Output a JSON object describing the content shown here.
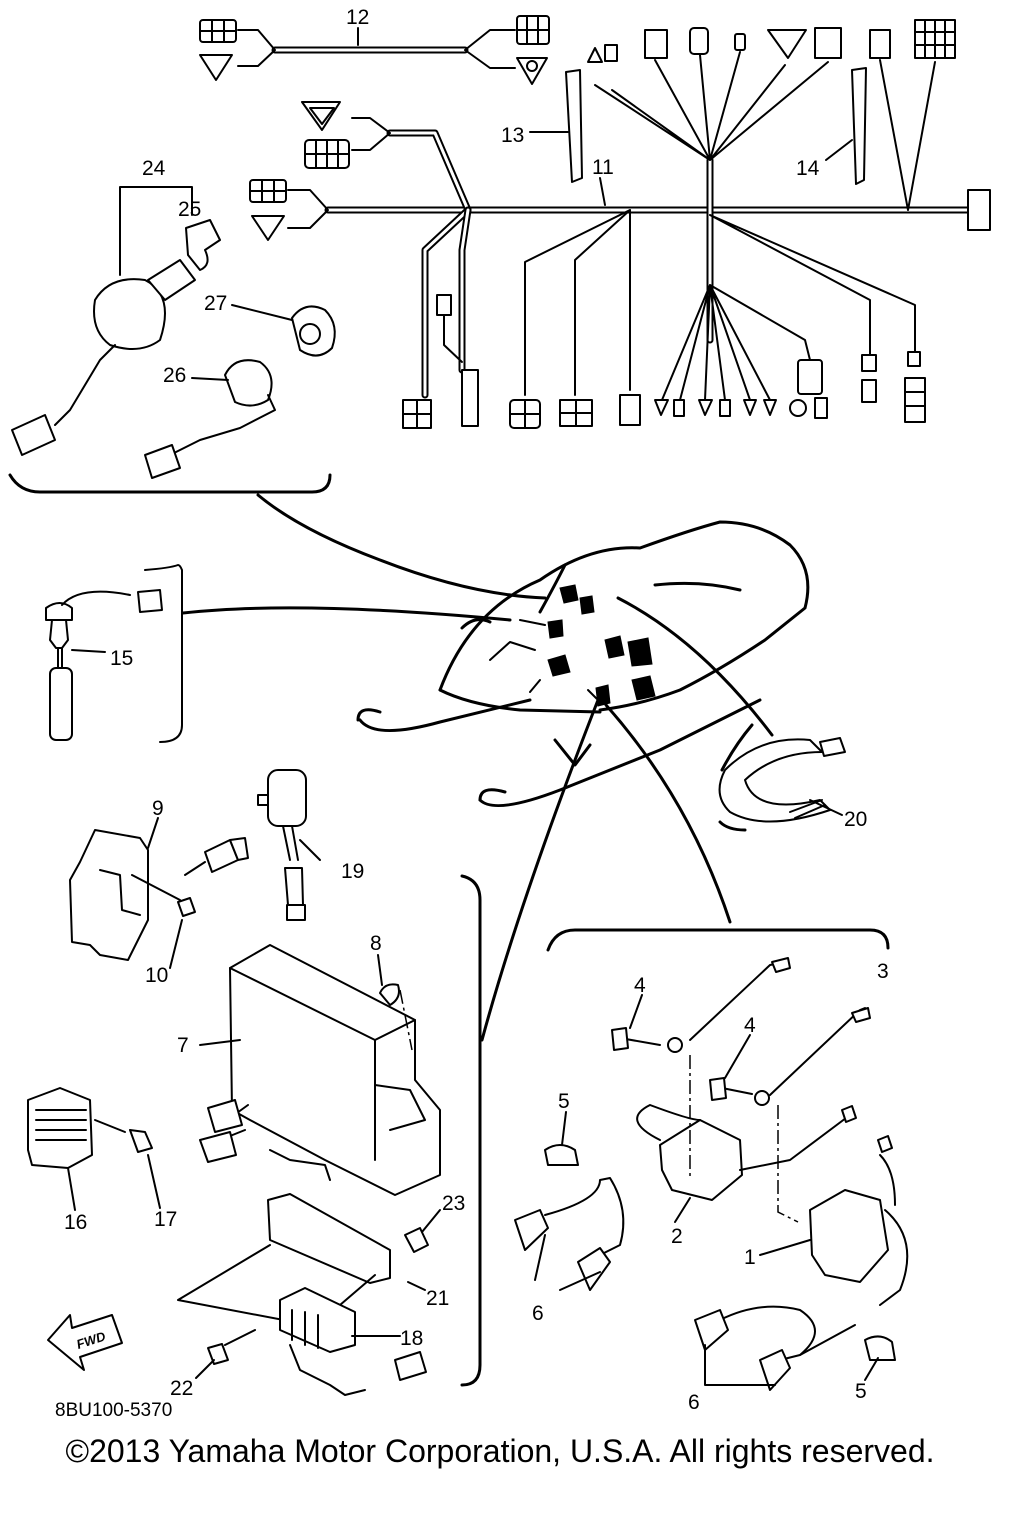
{
  "diagram": {
    "part_labels": [
      "1",
      "2",
      "3",
      "4",
      "4",
      "5",
      "5",
      "6",
      "6",
      "7",
      "8",
      "9",
      "10",
      "11",
      "12",
      "13",
      "14",
      "15",
      "16",
      "17",
      "18",
      "19",
      "20",
      "21",
      "22",
      "23",
      "24",
      "25",
      "26",
      "27"
    ],
    "direction_label": "FWD",
    "drawing_code": "8BU100-5370"
  },
  "footer": {
    "copyright": "©2013 Yamaha Motor Corporation, U.S.A. All rights reserved."
  }
}
